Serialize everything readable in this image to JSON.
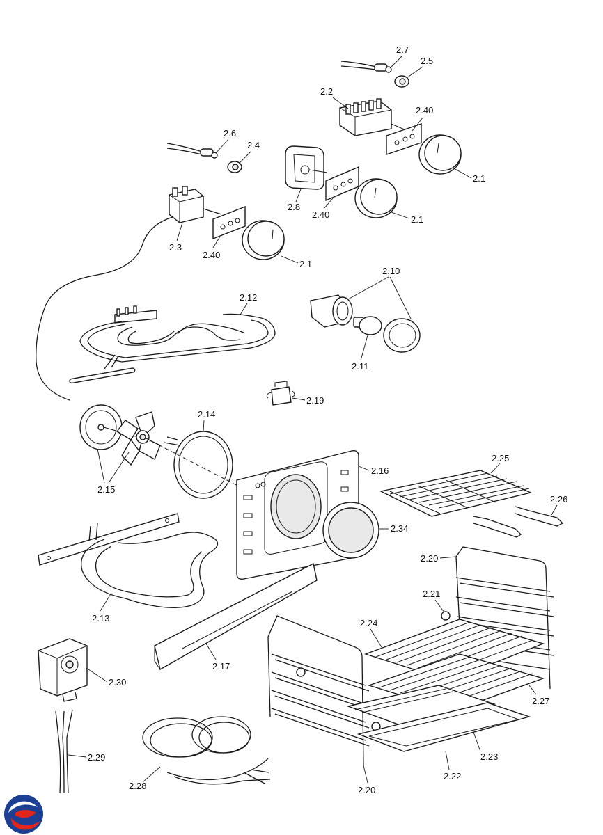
{
  "labels": {
    "l_2_7": "2.7",
    "l_2_5": "2.5",
    "l_2_2": "2.2",
    "l_2_40_a": "2.40",
    "l_2_1_a": "2.1",
    "l_2_6": "2.6",
    "l_2_4": "2.4",
    "l_2_8": "2.8",
    "l_2_40_b": "2.40",
    "l_2_1_b": "2.1",
    "l_2_3": "2.3",
    "l_2_40_c": "2.40",
    "l_2_1_c": "2.1",
    "l_2_10": "2.10",
    "l_2_12": "2.12",
    "l_2_11": "2.11",
    "l_2_19": "2.19",
    "l_2_14": "2.14",
    "l_2_15": "2.15",
    "l_2_16": "2.16",
    "l_2_25": "2.25",
    "l_2_26": "2.26",
    "l_2_34": "2.34",
    "l_2_20_a": "2.20",
    "l_2_21": "2.21",
    "l_2_13": "2.13",
    "l_2_24": "2.24",
    "l_2_17": "2.17",
    "l_2_27": "2.27",
    "l_2_30": "2.30",
    "l_2_23": "2.23",
    "l_2_29": "2.29",
    "l_2_22": "2.22",
    "l_2_28": "2.28",
    "l_2_20_b": "2.20"
  },
  "logo": {
    "colors": {
      "blue": "#1c3f94",
      "red": "#e0261b"
    }
  }
}
